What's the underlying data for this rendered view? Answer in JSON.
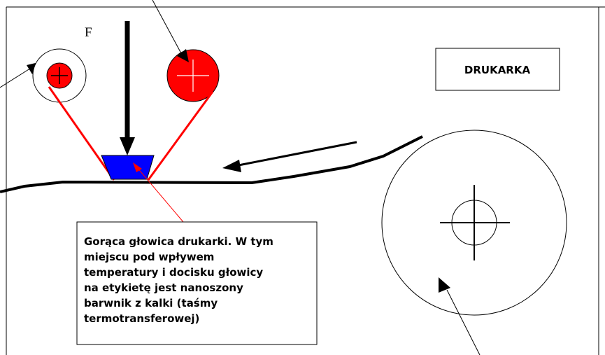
{
  "diagram": {
    "force_label": "F",
    "printer_label": "DRUKARKA",
    "head_description_lines": [
      "Gorąca głowica drukarki. W tym",
      "miejscu pod wpływem",
      "temperatury i docisku głowicy",
      "na etykietę jest nanoszony",
      "barwnik z kalki (taśmy",
      "termotransferowej)"
    ]
  },
  "colors": {
    "ribbon": "#ff0000",
    "head_fill": "#0000ff",
    "roll_fill": "#ff0000",
    "line": "#000000"
  }
}
